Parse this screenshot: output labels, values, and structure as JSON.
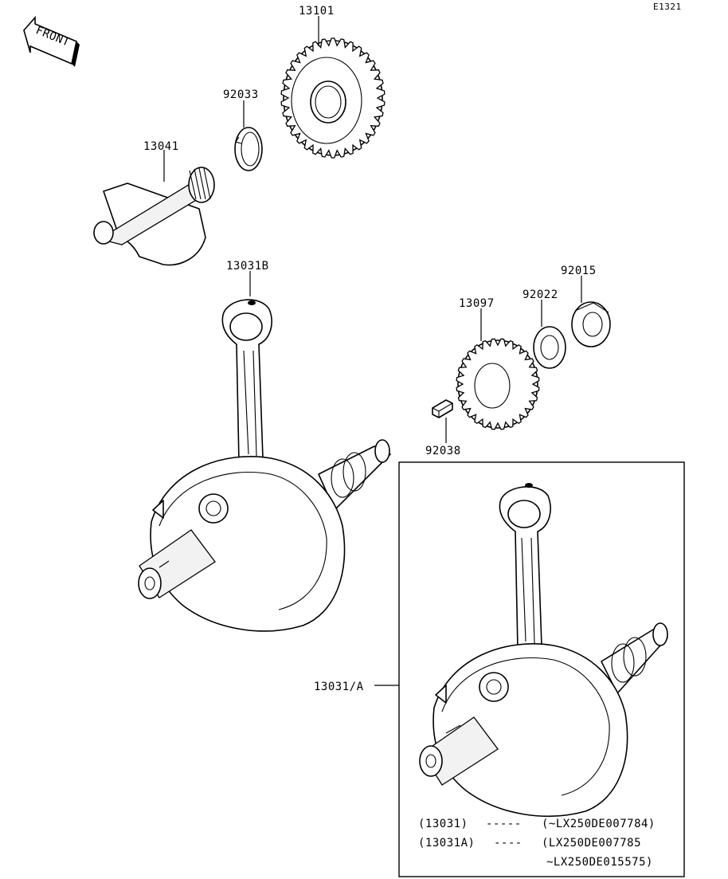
{
  "diagram_code": "E1321",
  "front_arrow_label": "FRONT",
  "labels": {
    "p13101": "13101",
    "p92033": "92033",
    "p13041": "13041",
    "p13031B": "13031B",
    "p92015": "92015",
    "p92022": "92022",
    "p13097": "13097",
    "p92038": "92038",
    "p13031A": "13031/A"
  },
  "notes": [
    {
      "part": "(13031)",
      "dashes": "-----",
      "range": "(~LX250DE007784)"
    },
    {
      "part": "(13031A)",
      "dashes": "----",
      "range": "(LX250DE007785"
    },
    {
      "part": "",
      "dashes": "",
      "range": "~LX250DE015575)"
    }
  ]
}
